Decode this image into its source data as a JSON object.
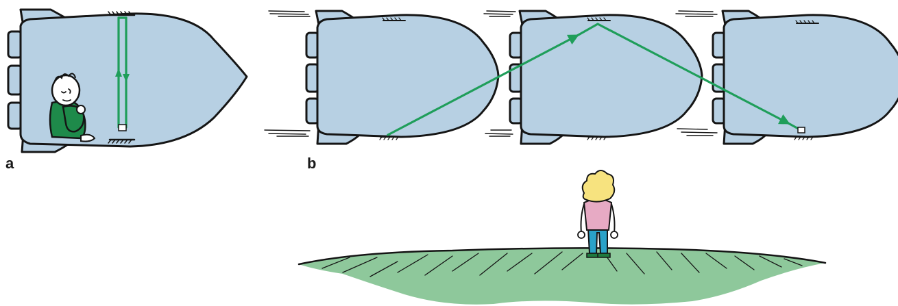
{
  "panels": {
    "a": "a",
    "b": "b"
  },
  "colors": {
    "ship_fill": "#b7d0e3",
    "light_beam": "#1f9e5a",
    "ground_fill": "#8ec89b",
    "passenger_suit": "#1e8a4a",
    "observer_shirt": "#e7aac4",
    "observer_pants": "#2aa2c8",
    "observer_hair": "#f7e37f"
  },
  "icons": {
    "ship_a": "rocket-ship",
    "ships_b": "rocket-ship",
    "passenger": "seated-passenger",
    "observer": "standing-observer",
    "ground": "grass-ground"
  }
}
